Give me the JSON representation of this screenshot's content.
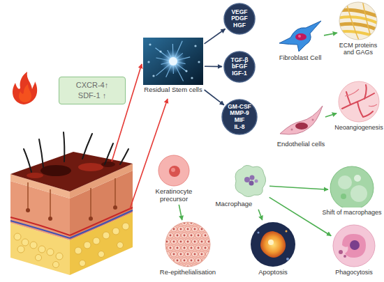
{
  "diagram": {
    "nodes": [
      {
        "text": [
          "CXCR-4↑",
          "SDF-1 ↑"
        ]
      },
      {
        "text": [
          "Residual Stem cells"
        ]
      },
      {
        "text": [
          "VEGF",
          "PDGF",
          "HGF"
        ]
      },
      {
        "text": [
          "TGF-β",
          "bFGF",
          "IGF-1"
        ]
      },
      {
        "text": [
          "GM-CSF",
          "MMP-9",
          "MIF",
          "IL-8"
        ]
      },
      {
        "text": [
          "Fibroblast Cell"
        ]
      },
      {
        "text": [
          "ECM proteins and GAGs"
        ]
      },
      {
        "text": [
          "Endothelial cells"
        ]
      },
      {
        "text": [
          "Neoangiogenesis"
        ]
      },
      {
        "text": [
          "Keratinocyte precursor"
        ]
      },
      {
        "text": [
          "Macrophage"
        ]
      },
      {
        "text": [
          "Shift of macrophages"
        ]
      },
      {
        "text": [
          "Re-epithelialisation"
        ]
      },
      {
        "text": [
          "Apoptosis"
        ]
      },
      {
        "text": [
          "Phagocytosis"
        ]
      }
    ],
    "edges": [
      {
        "from": 1,
        "to": 2,
        "arrow": "to"
      },
      {
        "from": 1,
        "to": 3,
        "arrow": "to"
      },
      {
        "from": 1,
        "to": 4,
        "arrow": "to"
      },
      {
        "from": 5,
        "to": 6,
        "arrow": "to"
      },
      {
        "from": 7,
        "to": 8,
        "arrow": "to"
      },
      {
        "from": 9,
        "to": 12,
        "arrow": "to"
      },
      {
        "from": 10,
        "to": 11,
        "arrow": "to"
      },
      {
        "from": 10,
        "to": 13,
        "arrow": "to"
      },
      {
        "from": 10,
        "to": 14,
        "arrow": "to"
      }
    ]
  }
}
